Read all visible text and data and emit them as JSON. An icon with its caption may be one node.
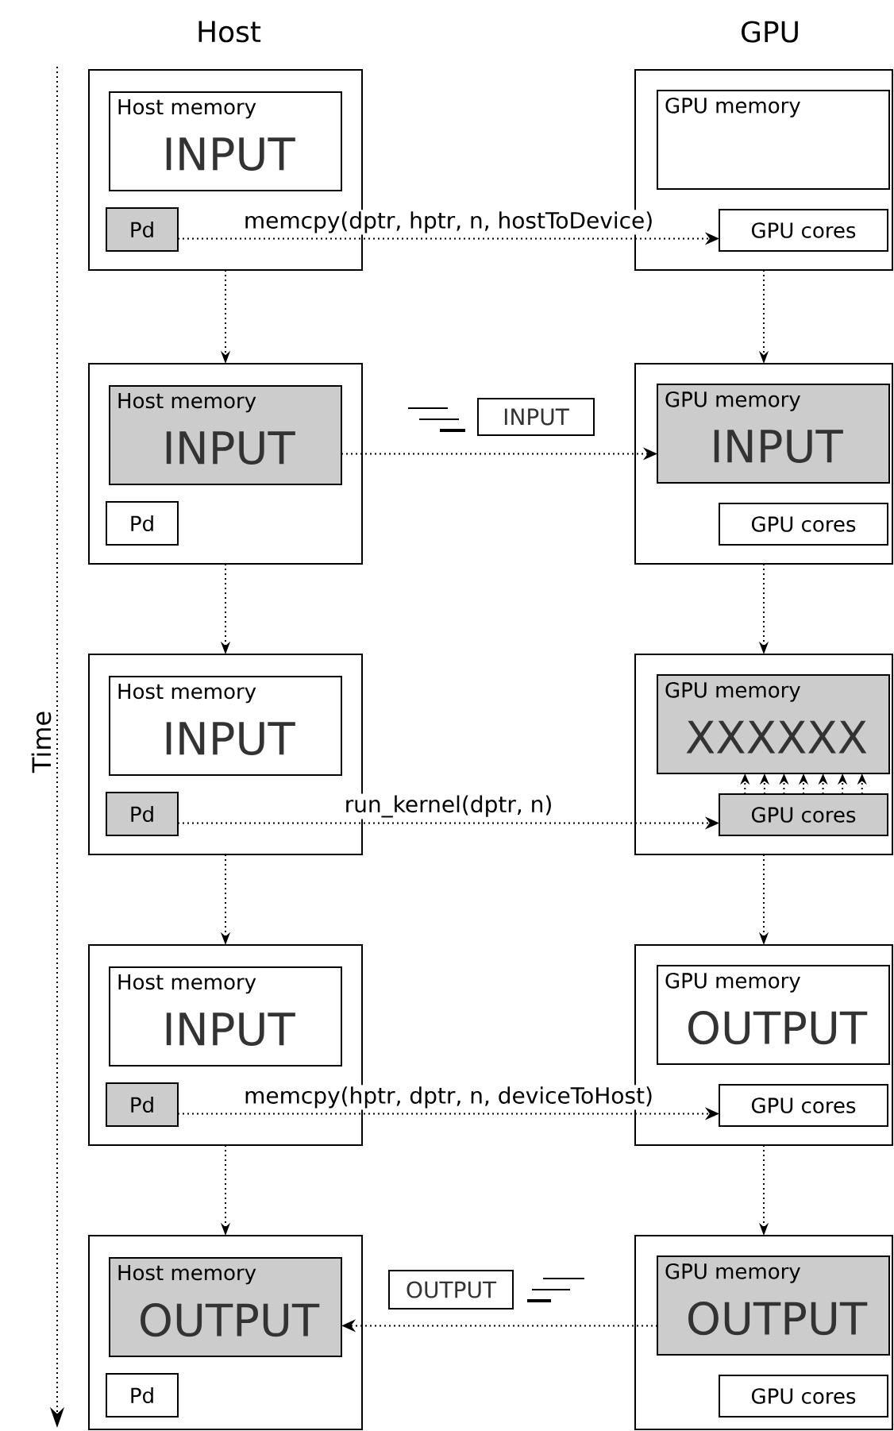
{
  "diagram": {
    "nodes": [
      {
        "text": [],
        "shape": "box"
      },
      {
        "text": [
          "Host memory",
          "INPUT"
        ],
        "in": 0
      },
      {
        "text": [
          "Pd"
        ],
        "in": 0
      },
      {
        "text": [],
        "shape": "box"
      },
      {
        "text": [
          "GPU memory"
        ],
        "in": 3
      },
      {
        "text": [
          "GPU cores"
        ],
        "in": 3
      },
      {
        "text": [],
        "shape": "box"
      },
      {
        "text": [
          "Host memory",
          "INPUT"
        ],
        "in": 6
      },
      {
        "text": [
          "Pd"
        ],
        "in": 6
      },
      {
        "text": [
          "INPUT"
        ]
      },
      {
        "text": [],
        "shape": "box"
      },
      {
        "text": [
          "GPU memory",
          "INPUT"
        ],
        "in": 10
      },
      {
        "text": [
          "GPU cores"
        ],
        "in": 10
      },
      {
        "text": [],
        "shape": "box"
      },
      {
        "text": [
          "Host memory",
          "INPUT"
        ],
        "in": 13
      },
      {
        "text": [
          "Pd"
        ],
        "in": 13
      },
      {
        "text": [],
        "shape": "box"
      },
      {
        "text": [
          "GPU memory",
          "XXXXXX"
        ],
        "in": 16
      },
      {
        "text": [
          "GPU cores"
        ],
        "in": 16
      },
      {
        "text": [],
        "shape": "box"
      },
      {
        "text": [
          "Host memory",
          "INPUT"
        ],
        "in": 19
      },
      {
        "text": [
          "Pd"
        ],
        "in": 19
      },
      {
        "text": [],
        "shape": "box"
      },
      {
        "text": [
          "GPU memory",
          "OUTPUT"
        ],
        "in": 22
      },
      {
        "text": [
          "GPU cores"
        ],
        "in": 22
      },
      {
        "text": [],
        "shape": "box"
      },
      {
        "text": [
          "Host memory",
          "OUTPUT"
        ],
        "in": 25
      },
      {
        "text": [
          "Pd"
        ],
        "in": 25
      },
      {
        "text": [
          "OUTPUT"
        ]
      },
      {
        "text": [],
        "shape": "box"
      },
      {
        "text": [
          "GPU memory",
          "OUTPUT"
        ],
        "in": 29
      },
      {
        "text": [
          "GPU cores"
        ],
        "in": 29
      }
    ],
    "edges": [
      {
        "from": 0,
        "to": 6,
        "arrow": "to"
      },
      {
        "from": 6,
        "to": 13,
        "arrow": "to"
      },
      {
        "from": 13,
        "to": 19,
        "arrow": "to"
      },
      {
        "from": 19,
        "to": 25,
        "arrow": "to"
      },
      {
        "from": 3,
        "to": 10,
        "arrow": "to"
      },
      {
        "from": 10,
        "to": 16,
        "arrow": "to"
      },
      {
        "from": 16,
        "to": 22,
        "arrow": "to"
      },
      {
        "from": 22,
        "to": 29,
        "arrow": "to"
      },
      {
        "from": 2,
        "to": 5,
        "arrow": "to",
        "label": "memcpy(dptr, hptr, n, hostToDevice)"
      },
      {
        "from": 7,
        "to": 11,
        "arrow": "to"
      },
      {
        "from": 15,
        "to": 18,
        "arrow": "to",
        "label": "run_kernel(dptr, n)"
      },
      {
        "from": 18,
        "to": 17,
        "arrow": "to"
      },
      {
        "from": 18,
        "to": 17,
        "arrow": "to"
      },
      {
        "from": 18,
        "to": 17,
        "arrow": "to"
      },
      {
        "from": 18,
        "to": 17,
        "arrow": "to"
      },
      {
        "from": 18,
        "to": 17,
        "arrow": "to"
      },
      {
        "from": 18,
        "to": 17,
        "arrow": "to"
      },
      {
        "from": 18,
        "to": 17,
        "arrow": "to"
      },
      {
        "from": 21,
        "to": 24,
        "arrow": "to",
        "label": "memcpy(hptr, dptr, n, deviceToHost)"
      },
      {
        "from": 30,
        "to": 26,
        "arrow": "to"
      }
    ],
    "labels": [
      "Host",
      "GPU",
      "Time"
    ]
  }
}
